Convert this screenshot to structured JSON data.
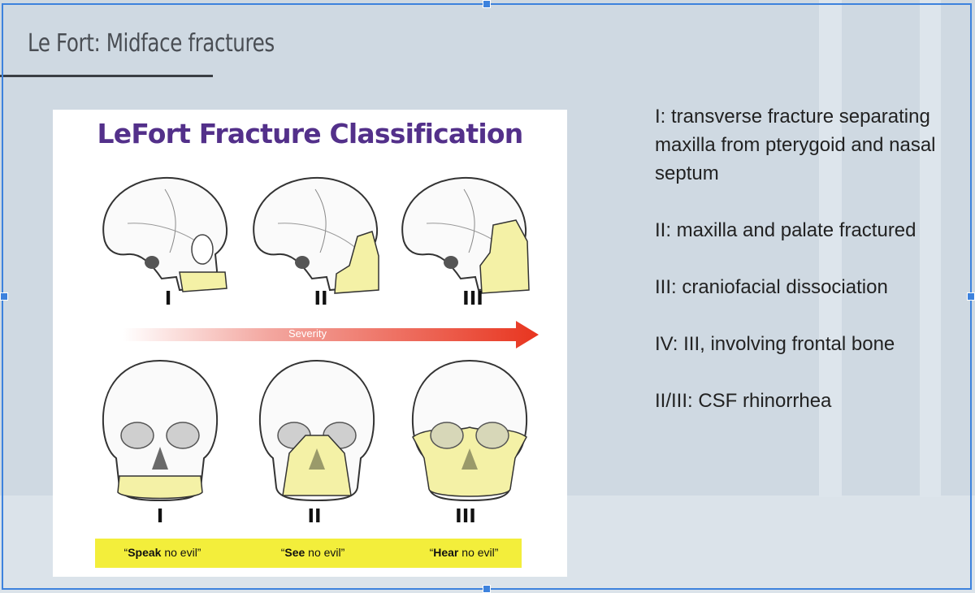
{
  "slide": {
    "title": "Le Fort: Midface fractures"
  },
  "figure": {
    "heading": "LeFort Fracture Classification",
    "lateral_labels": [
      "I",
      "II",
      "III"
    ],
    "frontal_labels": [
      "I",
      "II",
      "III"
    ],
    "severity_label": "Severity",
    "mottos": [
      {
        "bold": "Speak",
        "rest": " no evil"
      },
      {
        "bold": "See",
        "rest": " no evil"
      },
      {
        "bold": "Hear",
        "rest": " no evil"
      }
    ],
    "colors": {
      "heading": "#53308a",
      "fracture_highlight": "#f4f1a6",
      "arrow_end": "#e8351f",
      "motto_bar": "#f3ee3b"
    }
  },
  "notes": [
    "I: transverse fracture separating maxilla from pterygoid and nasal septum",
    "II: maxilla and palate fractured",
    "III: craniofacial dissociation",
    "IV: III, involving frontal bone",
    "II/III: CSF rhinorrhea"
  ]
}
